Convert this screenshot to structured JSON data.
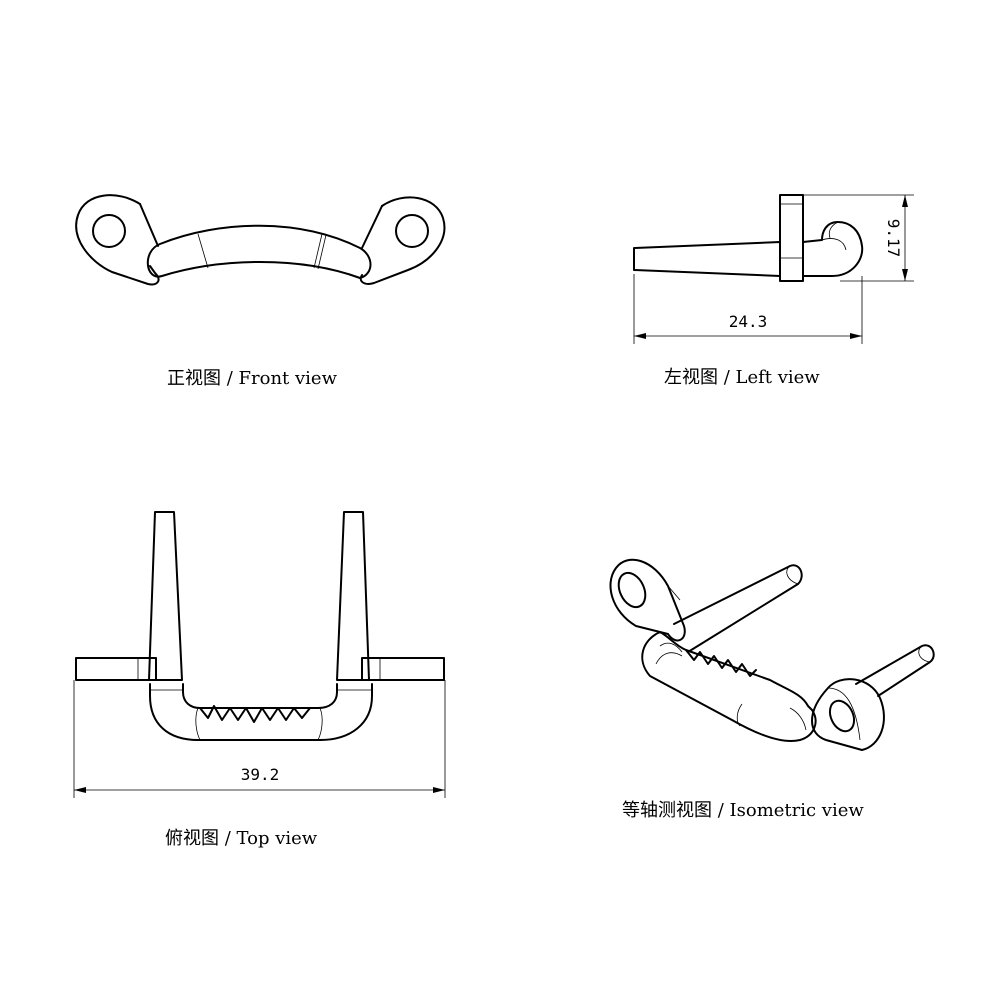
{
  "views": {
    "front": {
      "caption": "正视图 / Front view"
    },
    "left": {
      "caption": "左视图 / Left view",
      "dim_width": "24.3",
      "dim_height": "9.17"
    },
    "top": {
      "caption": "俯视图 / Top view",
      "dim_width": "39.2"
    },
    "iso": {
      "caption": "等轴测视图 / Isometric view"
    }
  }
}
